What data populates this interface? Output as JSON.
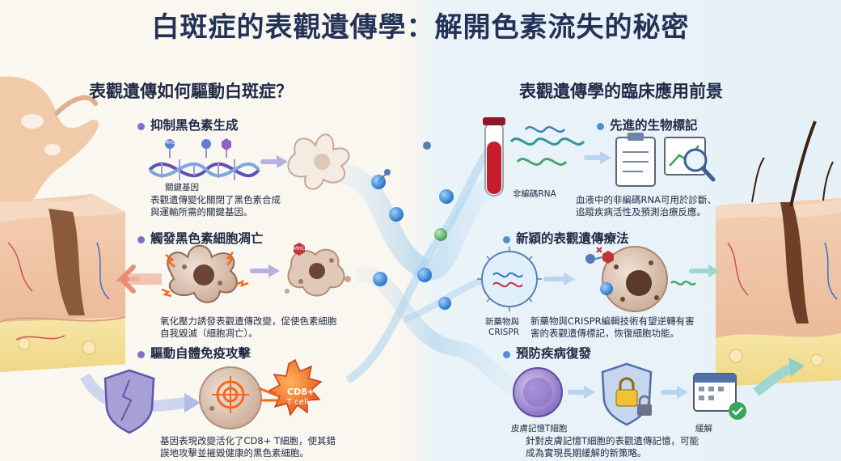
{
  "title": "白斑症的表觀遺傳學：解開色素流失的秘密",
  "left": {
    "heading": "表觀遺傳如何驅動白斑症？",
    "sections": [
      {
        "heading": "抑制黑色素生成",
        "label": "關鍵基因",
        "mark": "MHC",
        "desc1": "表觀遺傳變化關閉了黑色素合成",
        "desc2": "與運輸所需的關鍵基因。"
      },
      {
        "heading": "觸發黑色素細胞凋亡",
        "mark": "MHC",
        "desc1": "氧化壓力誘發表觀遺傳改變，促使色素細胞",
        "desc2": "自我毀滅（細胞凋亡）。"
      },
      {
        "heading": "驅動自體免疫攻擊",
        "tcell1": "CD8+",
        "tcell2": "T cell",
        "desc1": "基因表現改變活化了CD8+ T細胞，使其錯",
        "desc2": "誤地攻擊並摧毀健康的黑色素細胞。"
      }
    ]
  },
  "right": {
    "heading": "表觀遺傳學的臨床應用前景",
    "sections": [
      {
        "heading": "先進的生物標記",
        "label": "非編碼RNA",
        "desc1": "血液中的非編碼RNA可用於診斷、",
        "desc2": "追蹤疾病活性及預測治療反應。"
      },
      {
        "heading": "新穎的表觀遺傳療法",
        "label1": "新藥物與",
        "label2": "CRISPR",
        "desc1": "新藥物與CRISPR編輯技術有望逆轉有害",
        "desc2": "害的表觀遺傳標記，恢復細胞功能。"
      },
      {
        "heading": "預防疾病復發",
        "label": "皮膚記憶T細胞",
        "label_right": "緩解",
        "desc1": "針對皮膚記憶T細胞的表觀遺傳記憶，可能",
        "desc2": "成為實現長期緩解的新策略。"
      }
    ]
  },
  "colors": {
    "title": "#233257",
    "bullet_left": "#7a74c9",
    "bullet_right": "#4e8ed8",
    "skin": "#f0c7a6",
    "melanocyte": "#d7b8a5",
    "tcell": "#f06a1e",
    "memory_cell": "#9a83cf",
    "shield": "#8f86c6",
    "bead": "#3f8fd6",
    "bead_green": "#58b86a"
  }
}
